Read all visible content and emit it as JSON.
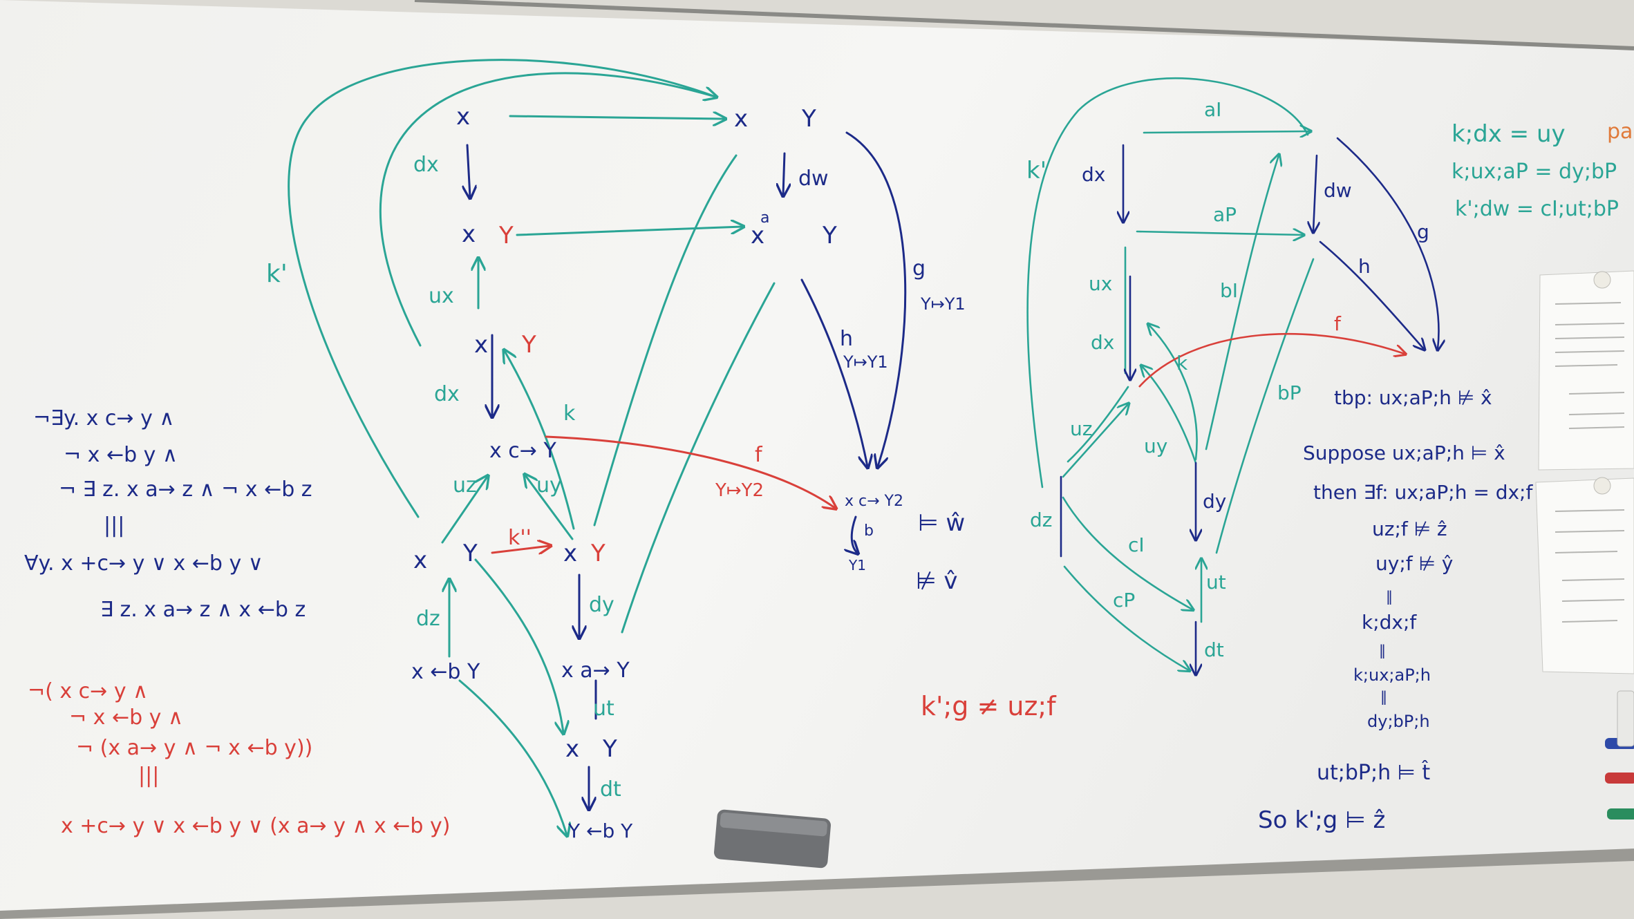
{
  "colors": {
    "board": "#f4f4f1",
    "teal": "#2aa595",
    "navy": "#1c2a88",
    "red": "#d9403a",
    "frame": "#8a8a86",
    "wall": "#dcdad4"
  },
  "diagram_left": {
    "nodes": {
      "n1": "x",
      "n2a": "x",
      "n2b": "Y",
      "n3": "x",
      "n3y": "Y",
      "n4a": "x",
      "n4b": "Y",
      "n5a": "x",
      "n5b": "Y",
      "n6": "x c→ Y",
      "n7a": "x",
      "n7b": "Y",
      "n8a": "x",
      "n8b": "Y",
      "n9": "x ←b Y",
      "n10": "x a→ Y",
      "n11a": "x",
      "n11b": "Y",
      "n12": "Y ←b Y",
      "n13": "x c→ Y2",
      "n13b": "Y1"
    },
    "labels": {
      "dx1": "dx",
      "dw": "dw",
      "ux": "ux",
      "k_prime": "k'",
      "dx2": "dx",
      "k": "k",
      "uz": "uz",
      "uy": "uy",
      "k_dbl": "k''",
      "dz": "dz",
      "dy": "dy",
      "ut": "ut",
      "dt": "dt",
      "f": "f",
      "f_map": "Y↦Y2",
      "g": "g",
      "g_map": "Y↦Y1",
      "h": "h",
      "h_map": "Y↦Y1",
      "a_lbl": "a",
      "b_lbl": "b",
      "models_w": "⊨ ŵ",
      "not_models_v": "⊭ v̂",
      "ineq": "k';g ≠ uz;f"
    }
  },
  "formulas_left": [
    "¬∃y. x c→ y ∧",
    "¬ x ←b y ∧",
    "¬ ∃ z. x a→ z ∧ ¬   x ←b z",
    "|||",
    "∀y. x +c→ y ∨ x ←b y ∨",
    "∃ z. x a→ z ∧ x ←b z"
  ],
  "formulas_red": [
    "¬( x c→ y ∧",
    "¬ x ←b y ∧",
    "¬ (x a→ y ∧ ¬ x ←b y))",
    "|||",
    "x +c→ y ∨ x ←b y ∨ (x a→ y ∧ x ←b y)"
  ],
  "diagram_right": {
    "labels": {
      "aI": "aI",
      "k_prime": "k'",
      "dx_top": "dx",
      "dw": "dw",
      "aP": "aP",
      "g": "g",
      "h": "h",
      "ux": "ux",
      "bI": "bI",
      "dx": "dx",
      "k": "k",
      "f": "f",
      "bP": "bP",
      "uz": "uz",
      "uy": "uy",
      "dy": "dy",
      "dz": "dz",
      "cI": "cI",
      "cP": "cP",
      "ut": "ut",
      "dt": "dt"
    }
  },
  "top_right": [
    "k;dx = uy",
    "k;ux;aP = dy;bP",
    "k';dw = cI;ut;bP",
    "pas"
  ],
  "proof": [
    "tbp: ux;aP;h ⊭ x̂",
    "Suppose  ux;aP;h ⊨ x̂",
    "then ∃f: ux;aP;h = dx;f",
    "uz;f ⊭ ẑ",
    "uy;f ⊭ ŷ",
    "‖",
    "k;dx;f",
    "‖",
    "k;ux;aP;h",
    "‖",
    "dy;bP;h",
    "ut;bP;h ⊨ t̂",
    "So k';g ⊨ ẑ"
  ]
}
